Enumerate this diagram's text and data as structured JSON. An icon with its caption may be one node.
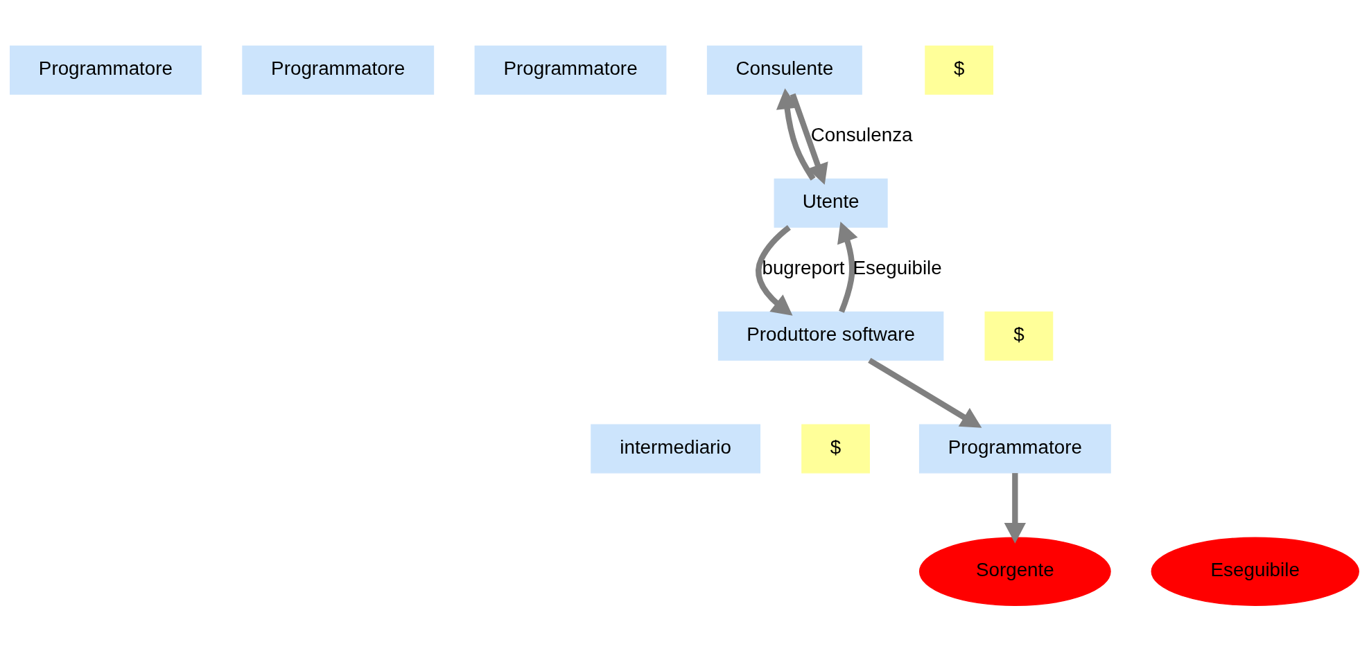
{
  "diagram": {
    "nodes": [
      {
        "text": [
          "Programmatore"
        ]
      },
      {
        "text": [
          "Programmatore"
        ]
      },
      {
        "text": [
          "Programmatore"
        ]
      },
      {
        "text": [
          "Programmatore"
        ]
      },
      {
        "text": [
          "Consulente"
        ]
      },
      {
        "text": [
          "Sorgente"
        ]
      },
      {
        "text": [
          "Eseguibile"
        ]
      },
      {
        "text": [
          "Produttore software"
        ]
      },
      {
        "text": [
          "intermediario"
        ]
      },
      {
        "text": [
          "Utente"
        ]
      },
      {
        "text": [
          "$"
        ]
      },
      {
        "text": [
          "$"
        ]
      },
      {
        "text": [
          "$"
        ]
      }
    ],
    "edges": [
      {
        "from": 7,
        "to": 3,
        "arrow": "to"
      },
      {
        "from": 3,
        "to": 5,
        "arrow": "to"
      },
      {
        "from": 4,
        "to": 9,
        "label": "Consulenza",
        "arrow": "to"
      },
      {
        "from": 9,
        "to": 4,
        "arrow": "to"
      },
      {
        "from": 9,
        "to": 7,
        "label": "bugreport",
        "arrow": "to"
      },
      {
        "from": 7,
        "to": 9,
        "label": "Eseguibile",
        "arrow": "to"
      }
    ]
  }
}
